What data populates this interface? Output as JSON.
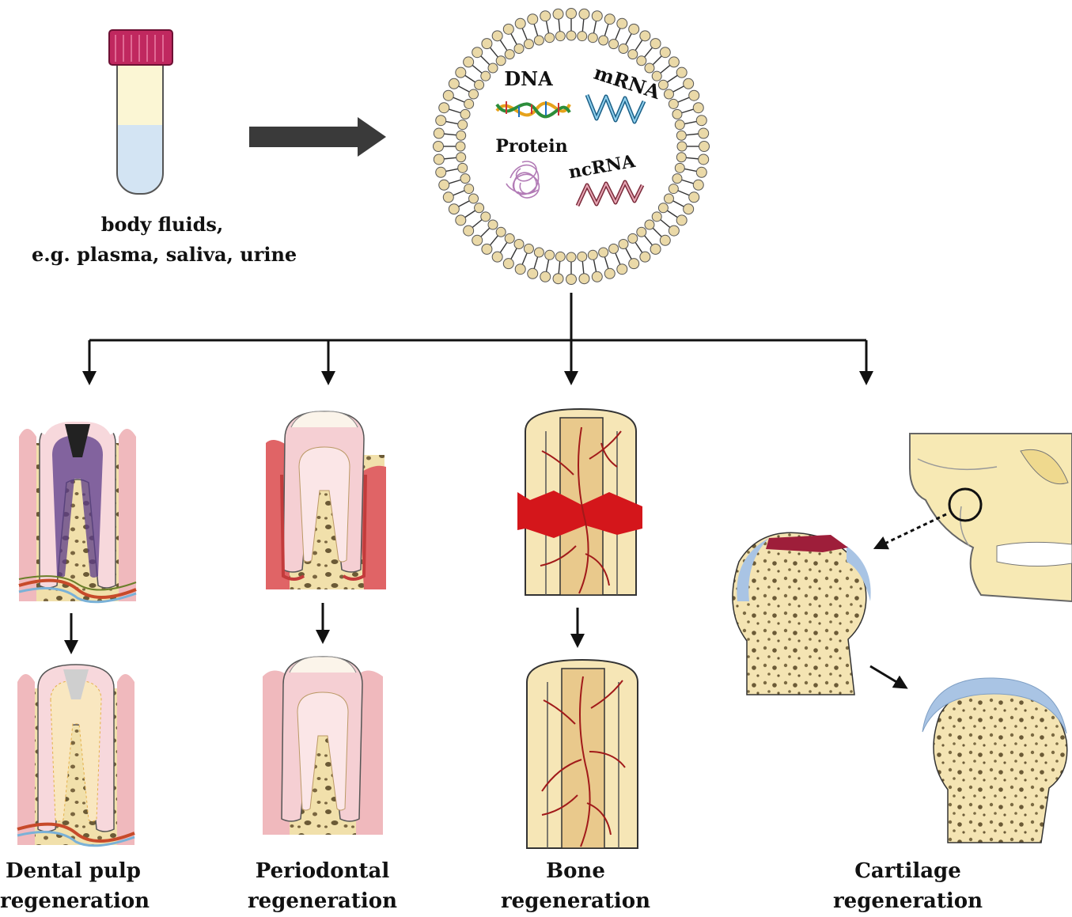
{
  "source": {
    "label_line1": "body fluids,",
    "label_line2": "e.g. plasma, saliva, urine"
  },
  "vesicle": {
    "cargo": [
      "DNA",
      "mRNA",
      "Protein",
      "ncRNA"
    ]
  },
  "branches": [
    {
      "id": "dental-pulp",
      "line1": "Dental pulp",
      "line2": "regeneration"
    },
    {
      "id": "periodontal",
      "line1": "Periodontal",
      "line2": "regeneration"
    },
    {
      "id": "bone",
      "line1": "Bone",
      "line2": "regeneration"
    },
    {
      "id": "cartilage",
      "line1": "Cartilage",
      "line2": "regeneration"
    }
  ],
  "colors": {
    "arrow": "#3a3a3a",
    "bone": "#f3e3b0",
    "gum": "#e9a9ad",
    "blood": "#c0262a",
    "cartilage": "#a9c4e4",
    "lipid_head": "#ead9a8"
  }
}
